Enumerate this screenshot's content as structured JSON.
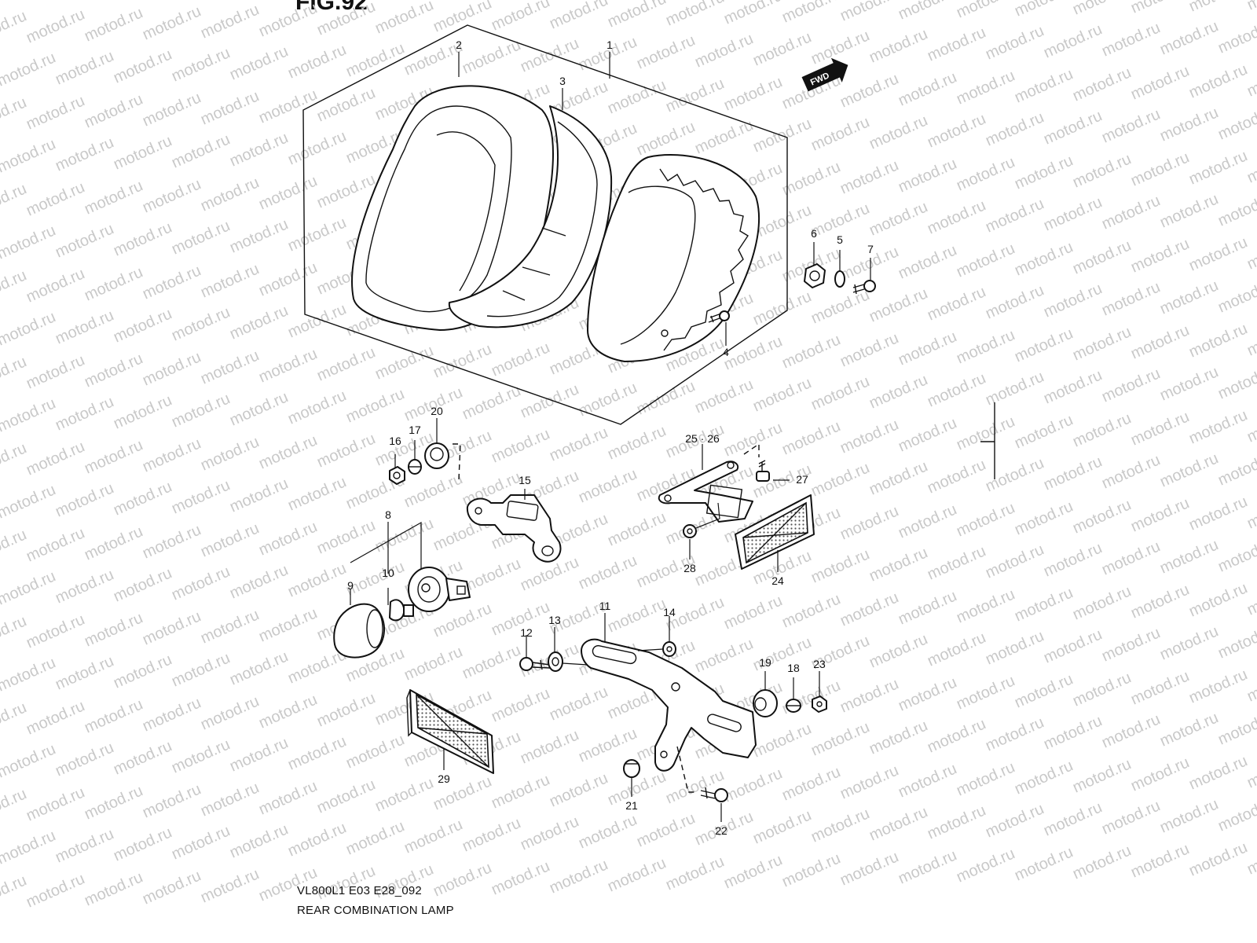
{
  "figure": {
    "title": "FIG.92",
    "model_code": "VL800L1 E03 E28_092",
    "section_name": "REAR COMBINATION LAMP",
    "fwd_label": "FWD",
    "watermark": "motod.ru"
  },
  "callouts": {
    "c1": "1",
    "c2": "2",
    "c3": "3",
    "c4": "4",
    "c5": "5",
    "c6": "6",
    "c7": "7",
    "c8": "8",
    "c9": "9",
    "c10": "10",
    "c11": "11",
    "c12": "12",
    "c13": "13",
    "c14": "14",
    "c15": "15",
    "c16": "16",
    "c17": "17",
    "c18": "18",
    "c19": "19",
    "c20": "20",
    "c21": "21",
    "c22": "22",
    "c23": "23",
    "c24": "24",
    "c25_26": "25 · 26",
    "c27": "27",
    "c28": "28",
    "c29": "29"
  }
}
